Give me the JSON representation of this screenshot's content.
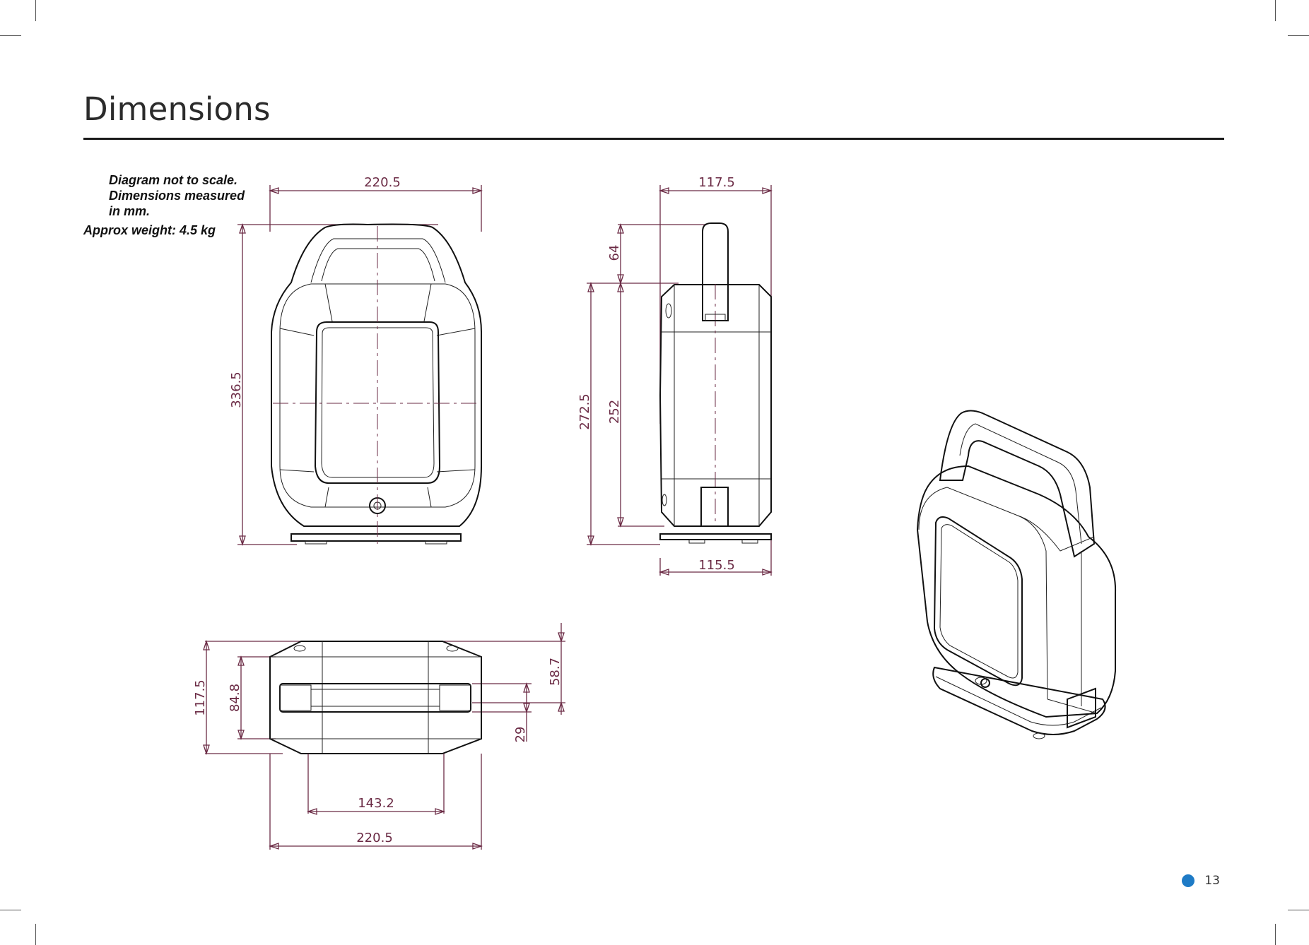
{
  "page": {
    "title": "Dimensions",
    "page_number": "13",
    "accent_color": "#1e7bc6",
    "dimension_color": "#6b2b45"
  },
  "notes": {
    "scale_note": "Diagram not to scale. Dimensions measured in mm.",
    "weight_note": "Approx weight: 4.5 kg"
  },
  "front_view": {
    "width": "220.5",
    "height": "336.5"
  },
  "side_view": {
    "depth_top": "117.5",
    "handle_height": "64",
    "body_height": "252",
    "overall_height": "272.5",
    "base_depth": "115.5"
  },
  "top_view": {
    "depth": "117.5",
    "body_depth": "84.8",
    "handle_offset": "58.7",
    "handle_width": "29",
    "handle_span": "143.2",
    "width": "220.5"
  }
}
